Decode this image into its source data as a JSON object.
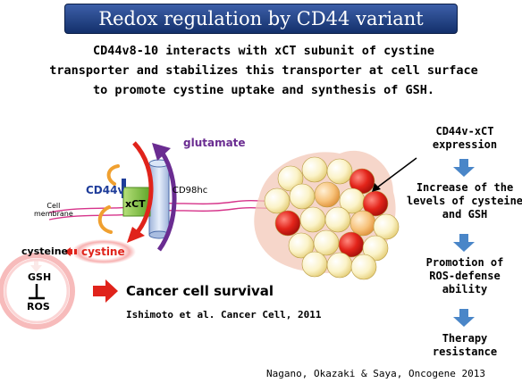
{
  "title": "Redox regulation by CD44 variant (CD44v)",
  "summary": [
    "CD44v8-10 interacts with xCT subunit of cystine",
    "transporter and stabilizes this transporter at cell surface",
    "to promote cystine uptake and synthesis of GSH."
  ],
  "mechanism": {
    "glutamate": "glutamate",
    "cd44v": "CD44v",
    "xct": "xCT",
    "cd98hc": "CD98hc",
    "cell_membrane": [
      "Cell",
      "membrane"
    ],
    "cystine": "cystine",
    "cysteine": "cysteine",
    "gsh": "GSH",
    "ros": "ROS",
    "outcome": "Cancer cell survival",
    "citation": "Ishimoto et al. Cancer Cell, 2011"
  },
  "flow": [
    [
      "CD44v-xCT",
      "expression"
    ],
    [
      "Increase of the",
      "levels of cysteine",
      "and GSH"
    ],
    [
      "Promotion of",
      "ROS-defense",
      "ability"
    ],
    [
      "Therapy",
      "resistance"
    ]
  ],
  "reference": "Nagano, Okazaki & Saya, Oncogene 2013",
  "colors": {
    "title_bg": "#1f3d7a",
    "red": "#e0231b",
    "purple": "#6a2c91",
    "orange": "#f0a030",
    "green": "#7dc23a",
    "flow_arrow": "#4a86c8"
  }
}
